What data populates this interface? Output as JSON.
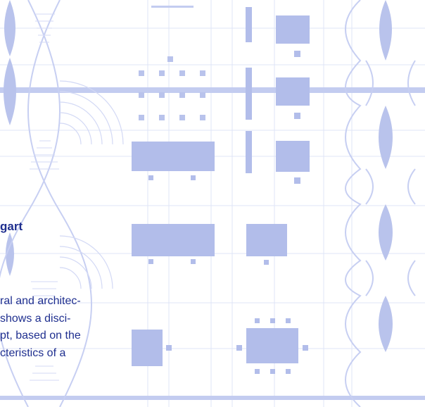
{
  "colors": {
    "background": "#ffffff",
    "drawing": "#b9c3ec",
    "drawing_dark": "#a7b2e6",
    "text": "#1f2f8f"
  },
  "heading": "gart",
  "body_lines": [
    "ral and architec-",
    "shows a disci-",
    "pt, based on the",
    "cteristics of a"
  ]
}
